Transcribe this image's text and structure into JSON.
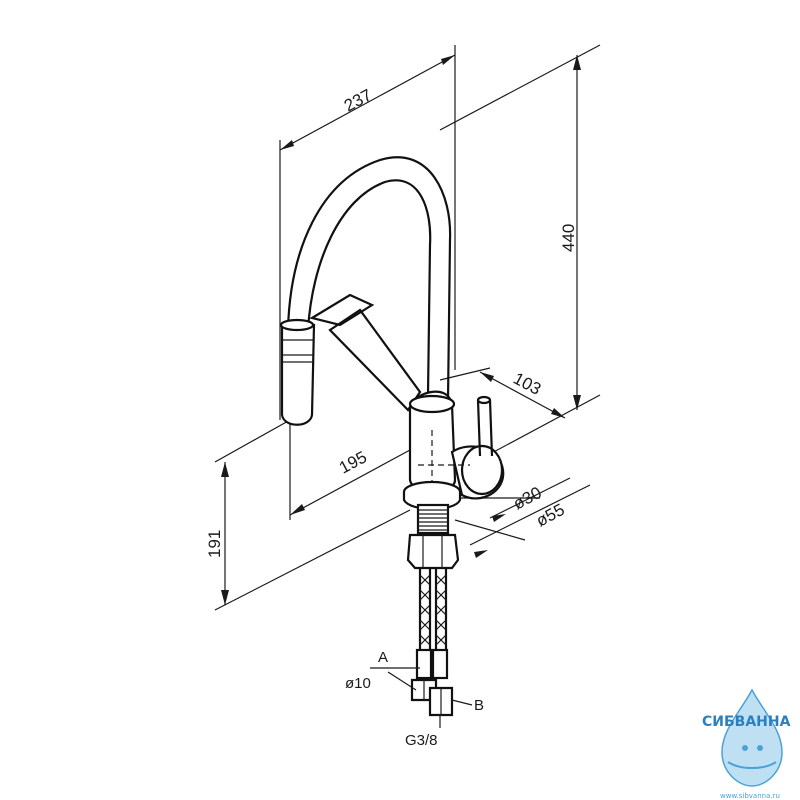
{
  "dimensions": {
    "width_top": "237",
    "height_total": "440",
    "spout_reach": "195",
    "handle_offset": "103",
    "base_height": "191",
    "diameter_body": "ø30",
    "diameter_base": "ø55"
  },
  "hose_labels": {
    "a": "A",
    "b": "B",
    "diameter": "ø10",
    "thread": "G3/8"
  },
  "watermark": {
    "brand": "СИБВАННА",
    "site": "www.sibvanna.ru",
    "color": "#4aa3d8"
  }
}
